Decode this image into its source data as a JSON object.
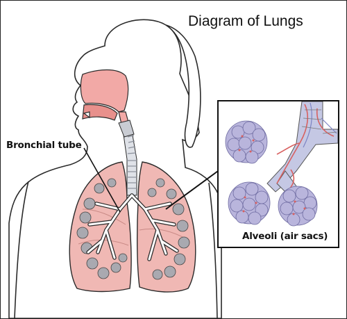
{
  "diagram": {
    "title": "Diagram of Lungs",
    "labels": {
      "bronchial_tube": "Bronchial tube",
      "alveoli": "Alveoli (air sacs)"
    },
    "colors": {
      "outline": "#2a2a2a",
      "lung_fill": "#f0b8b4",
      "lung_dark": "#e49a95",
      "airway_fill": "#f2a9a6",
      "trachea_ring": "#c8ccd4",
      "alveoli_fill": "#b9b5dc",
      "vessel_red": "#d86060",
      "vessel_blue": "#9aa0d0"
    }
  }
}
